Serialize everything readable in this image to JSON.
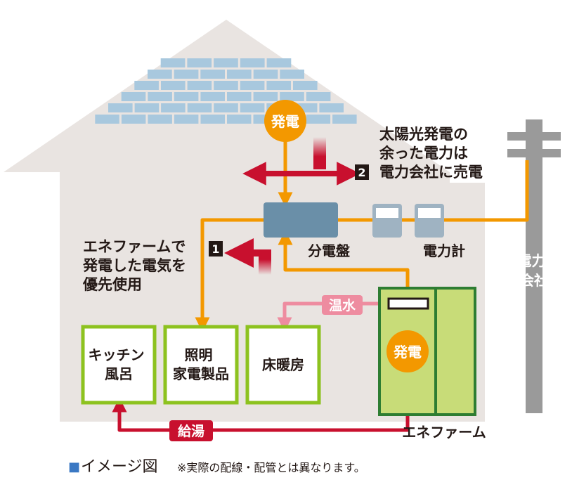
{
  "solar_generation": {
    "label": "発電"
  },
  "enefarm_generation": {
    "label": "発電"
  },
  "surplus_note": {
    "number": "2",
    "lines": [
      "太陽光発電の",
      "余った電力は",
      "電力会社に売電"
    ]
  },
  "priority_note": {
    "number": "1",
    "lines": [
      "エネファームで",
      "発電した電気を",
      "優先使用"
    ]
  },
  "distribution_board": {
    "label": "分電盤"
  },
  "power_meter": {
    "label": "電力計"
  },
  "power_company": {
    "lines": [
      "電力",
      "会社"
    ]
  },
  "hot_water_flow": {
    "label": "温水"
  },
  "hot_water_supply": {
    "label": "給湯"
  },
  "enefarm_unit": {
    "label": "エネファーム"
  },
  "rooms": {
    "kitchen_bath": [
      "キッチン",
      "風呂"
    ],
    "lighting_appliances": [
      "照明",
      "家電製品"
    ],
    "floor_heating": [
      "床暖房"
    ]
  },
  "caption": {
    "marker": "■",
    "title": "イメージ図",
    "note": "※実際の配線・配管とは異なります。"
  },
  "colors": {
    "wall": "#e9e4e1",
    "solar_panel": "#a8c8de",
    "electric_line": "#f39800",
    "hot_water_line": "#ee8ca0",
    "supply_line": "#c8102e",
    "sell_arrow": "#c8102e",
    "room_border": "#8dc21f",
    "enefarm_fill": "#c8dc78",
    "enefarm_border": "#2e7d32",
    "board": "#6a8fa8",
    "pole": "#9a9a9a"
  }
}
